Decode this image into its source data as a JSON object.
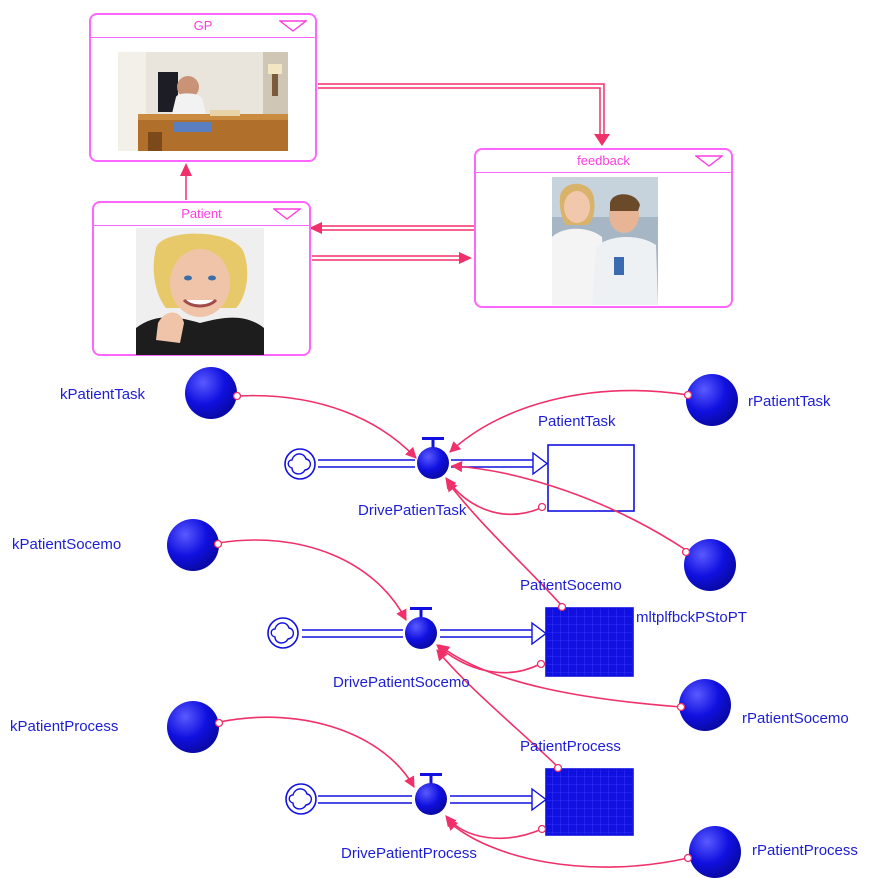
{
  "modules": {
    "gp": {
      "title": "GP"
    },
    "patient": {
      "title": "Patient"
    },
    "feedback": {
      "title": "feedback"
    }
  },
  "labels": {
    "kPatientTask": "kPatientTask",
    "rPatientTask": "rPatientTask",
    "PatientTask": "PatientTask",
    "DrivePatienTask": "DrivePatienTask",
    "kPatientSocemo": "kPatientSocemo",
    "PatientSocemo": "PatientSocemo",
    "mltplfbckPStoPT": "mltplfbckPStoPT",
    "DrivePatientSocemo": "DrivePatientSocemo",
    "rPatientSocemo": "rPatientSocemo",
    "kPatientProcess": "kPatientProcess",
    "PatientProcess": "PatientProcess",
    "DrivePatientProcess": "DrivePatientProcess",
    "rPatientProcess": "rPatientProcess"
  },
  "colors": {
    "module_border": "#ff66ff",
    "arrow": "#f0306a",
    "node_fill": "#1010e0",
    "label": "#1d1dd6"
  }
}
